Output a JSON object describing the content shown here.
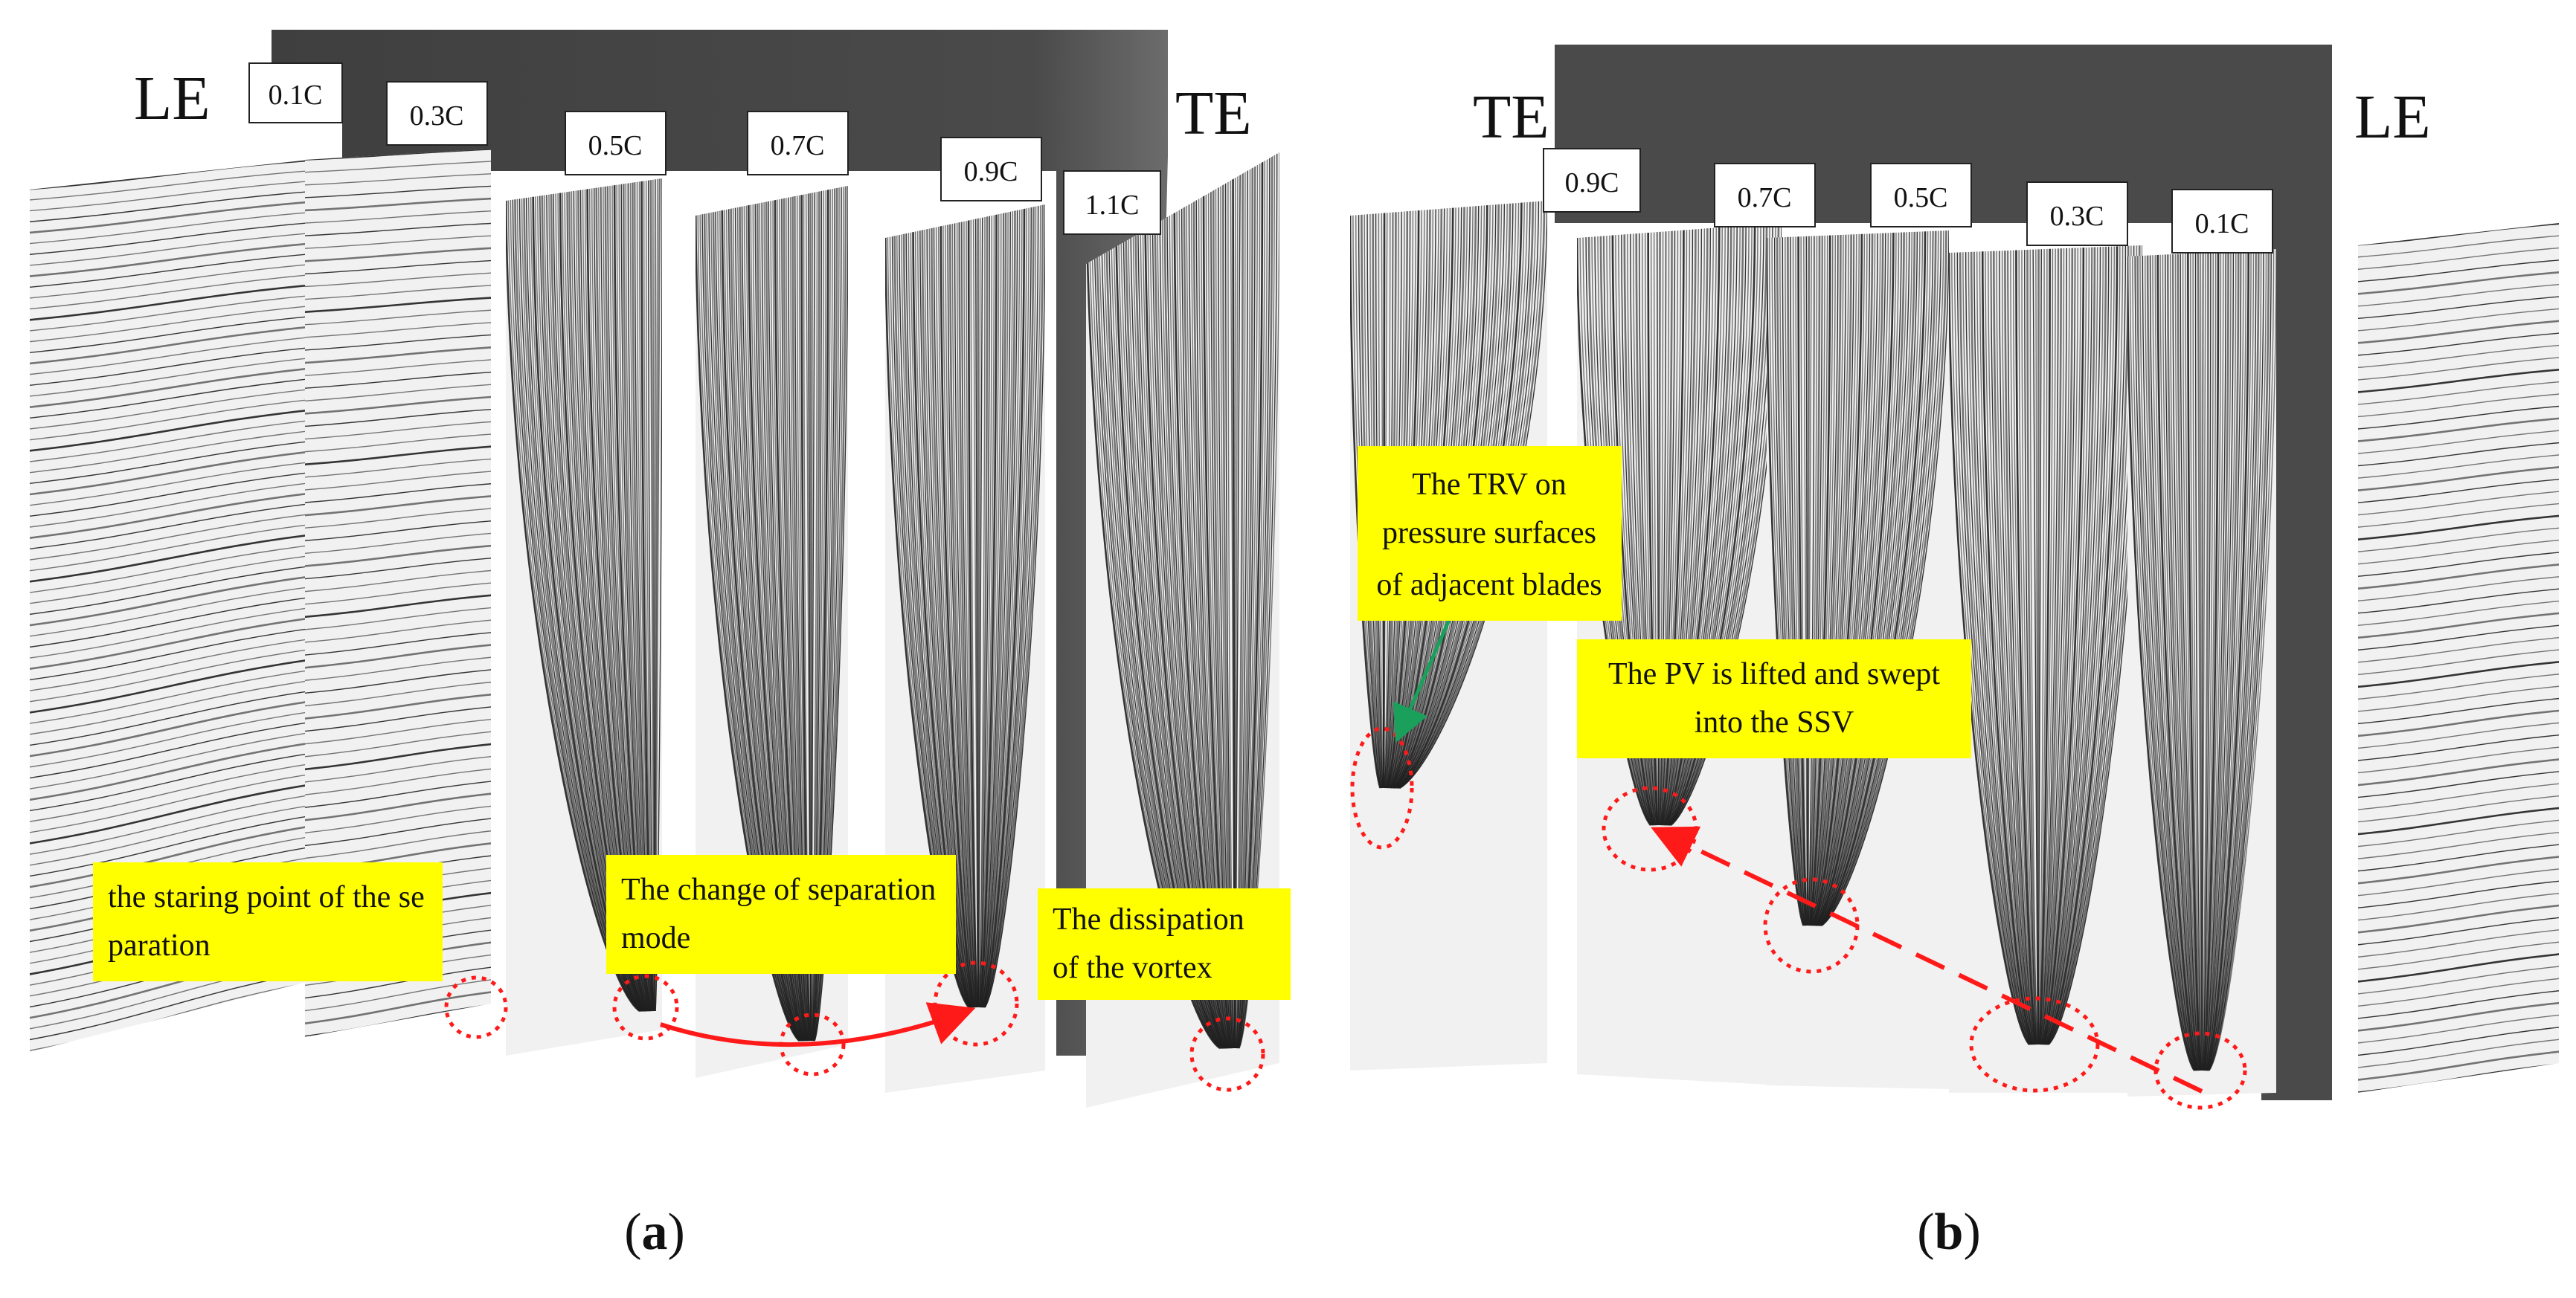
{
  "panel_a": {
    "leading_edge_label": "LE",
    "trailing_edge_label": "TE",
    "section_labels": [
      "0.1C",
      "0.3C",
      "0.5C",
      "0.7C",
      "0.9C",
      "1.1C"
    ],
    "annotations": [
      [
        "the staring point of the se",
        "paration"
      ],
      [
        "The change of separation",
        "mode"
      ],
      [
        "The dissipation",
        "of the vortex"
      ]
    ],
    "caption": {
      "open": "(",
      "letter": "a",
      "close": ")"
    }
  },
  "panel_b": {
    "leading_edge_label": "LE",
    "trailing_edge_label": "TE",
    "section_labels": [
      "0.9C",
      "0.7C",
      "0.5C",
      "0.3C",
      "0.1C"
    ],
    "annotations": [
      [
        "The TRV on",
        "pressure surfaces",
        "of adjacent blades"
      ],
      [
        "The PV is lifted and swept",
        "into the SSV"
      ]
    ],
    "caption": {
      "open": "(",
      "letter": "b",
      "close": ")"
    }
  },
  "colors": {
    "blade": "#4a4a4a",
    "plane": "#f1f1f1",
    "streamline": "#1f1f1f",
    "highlight": "#ffff00",
    "marker": "#ff1a1a",
    "arrow_green": "#1aa05a"
  },
  "icons": [
    "streamline-plane",
    "dotted-circle-marker",
    "curved-arrow",
    "dashed-arrow"
  ]
}
